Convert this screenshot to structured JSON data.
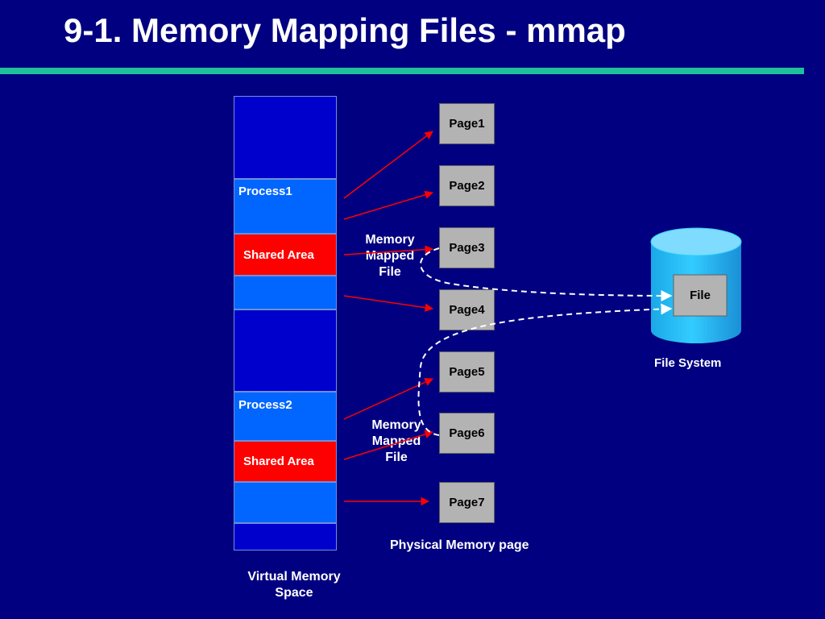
{
  "title": "9-1. Memory Mapping Files - mmap",
  "virtual_memory": {
    "process1_label": "Process1",
    "shared_area_1_label": "Shared Area",
    "process2_label": "Process2",
    "shared_area_2_label": "Shared Area",
    "caption_line1": "Virtual Memory",
    "caption_line2": "Space"
  },
  "physical_memory": {
    "pages": [
      "Page1",
      "Page2",
      "Page3",
      "Page4",
      "Page5",
      "Page6",
      "Page7"
    ],
    "caption": "Physical Memory page"
  },
  "memory_mapped_label_1": {
    "line1": "Memory",
    "line2": "Mapped",
    "line3": "File"
  },
  "memory_mapped_label_2": {
    "line1": "Memory",
    "line2": "Mapped",
    "line3": "File"
  },
  "file_system": {
    "file_label": "File",
    "caption": "File System"
  },
  "colors": {
    "background": "#000080",
    "title_rule": "#1fbf9c",
    "segment_dark": "#0000cc",
    "segment_process": "#0066ff",
    "segment_shared": "#ff0000",
    "page_fill": "#b3b3b3",
    "arrow": "#ff0000",
    "dashed_link": "#ffffff",
    "cylinder": "#33ccff"
  }
}
